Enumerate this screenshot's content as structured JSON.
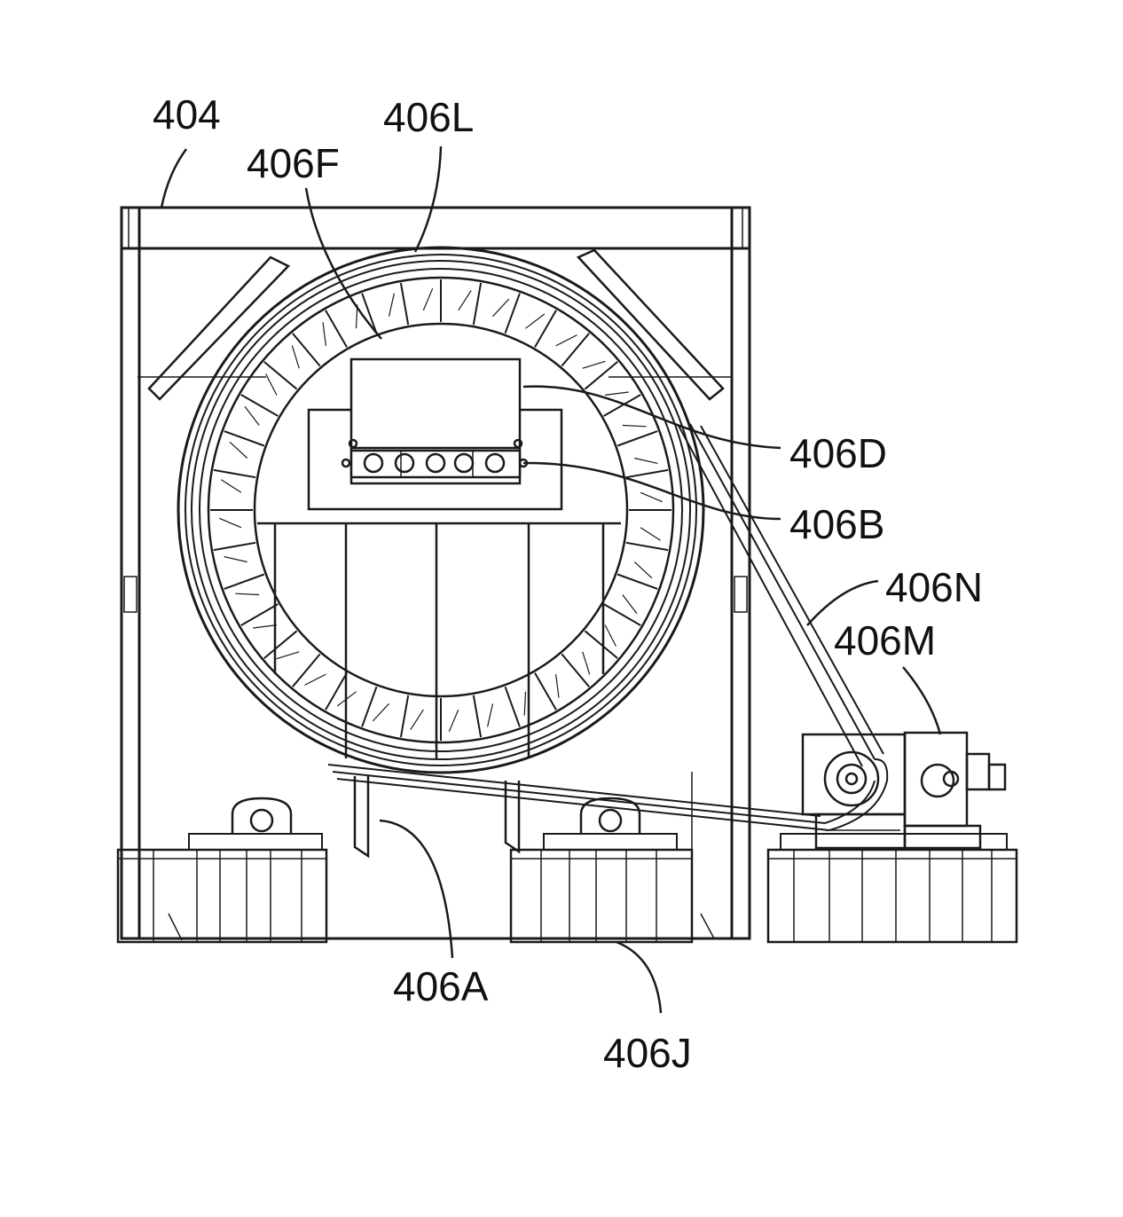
{
  "figure": {
    "line_color": "#1a1a1a",
    "background": "#ffffff",
    "labels": {
      "l404": "404",
      "l406L": "406L",
      "l406F": "406F",
      "l406D": "406D",
      "l406B": "406B",
      "l406N": "406N",
      "l406M": "406M",
      "l406A": "406A",
      "l406J": "406J"
    }
  }
}
